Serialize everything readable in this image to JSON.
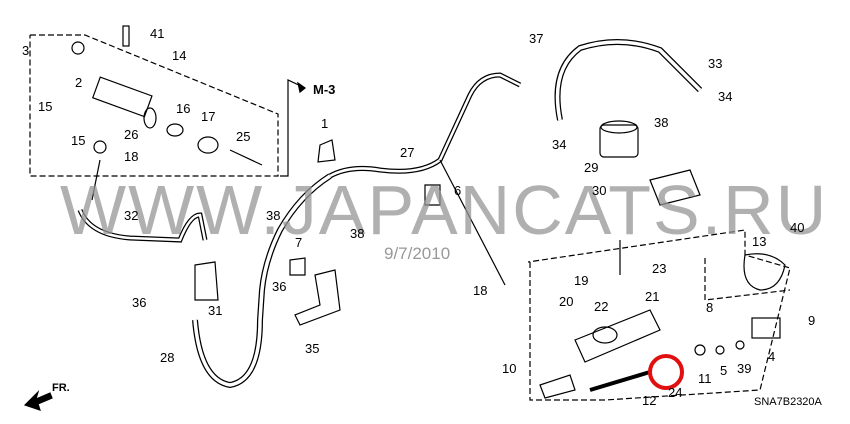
{
  "diagram": {
    "watermark": "WWW.JAPANCATS.RU",
    "date": "9/7/2010",
    "diagram_code": "SNA7B2320A",
    "ref_label": "M-3",
    "front_label": "FR.",
    "highlight_color": "#e01010",
    "callouts": [
      "41",
      "3",
      "14",
      "2",
      "15",
      "15",
      "26",
      "16",
      "17",
      "25",
      "18",
      "1",
      "27",
      "6",
      "37",
      "33",
      "34",
      "38",
      "34",
      "29",
      "30",
      "32",
      "38",
      "7",
      "38",
      "36",
      "31",
      "36",
      "35",
      "28",
      "18",
      "10",
      "19",
      "20",
      "22",
      "23",
      "21",
      "13",
      "40",
      "8",
      "9",
      "4",
      "11",
      "5",
      "39",
      "12",
      "24"
    ]
  }
}
